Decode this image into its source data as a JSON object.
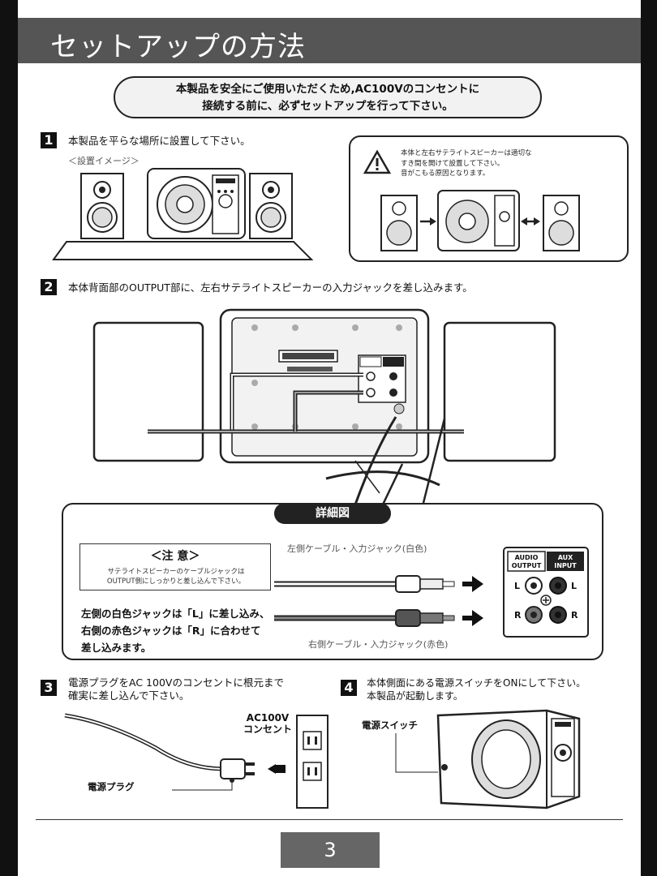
{
  "header": {
    "title": "セットアップの方法"
  },
  "notice": {
    "line1": "本製品を安全にご使用いただくため,AC100Vのコンセントに",
    "line2": "接続する前に、必ずセットアップを行って下さい。"
  },
  "steps": [
    {
      "number": "1",
      "text": "本製品を平らな場所に設置して下さい。"
    },
    {
      "number": "2",
      "text": "本体背面部のOUTPUT部に、左右サテライトスピーカーの入力ジャックを差し込みます。"
    },
    {
      "number": "3",
      "line1": "電源プラグをAC 100Vのコンセントに根元まで",
      "line2": "確実に差し込んで下さい。"
    },
    {
      "number": "4",
      "line1": "本体側面にある電源スイッチをONにして下さい。",
      "line2": "本製品が起動します。"
    }
  ],
  "step1": {
    "image_caption": "＜設置イメージ＞"
  },
  "warning": {
    "line1": "本体と左右サテライトスピーカーは適切な",
    "line2": "すき間を開けて設置して下さい。",
    "line3": "音がこもる原因となります。"
  },
  "detail": {
    "label": "詳細図",
    "caution_title": "＜注 意＞",
    "caution_line1": "サテライトスピーカーのケーブルジャックは",
    "caution_line2": "OUTPUT側にしっかりと差し込んで下さい。",
    "note_line1": "左側の白色ジャックは「L」に差し込み、",
    "note_line2": "右側の赤色ジャックは「R」に合わせて",
    "note_line3": "差し込みます。",
    "left_cable": "左側ケーブル・入力ジャック(白色)",
    "right_cable": "右側ケーブル・入力ジャック(赤色)",
    "panel": {
      "audio_output": [
        "AUDIO",
        "OUTPUT"
      ],
      "aux_input": [
        "AUX",
        "INPUT"
      ],
      "l": "L",
      "r": "R"
    }
  },
  "step3": {
    "outlet_label1": "AC100V",
    "outlet_label2": "コンセント",
    "plug_label": "電源プラグ"
  },
  "step4": {
    "switch_label": "電源スイッチ"
  },
  "footer": {
    "page_number": "3"
  }
}
